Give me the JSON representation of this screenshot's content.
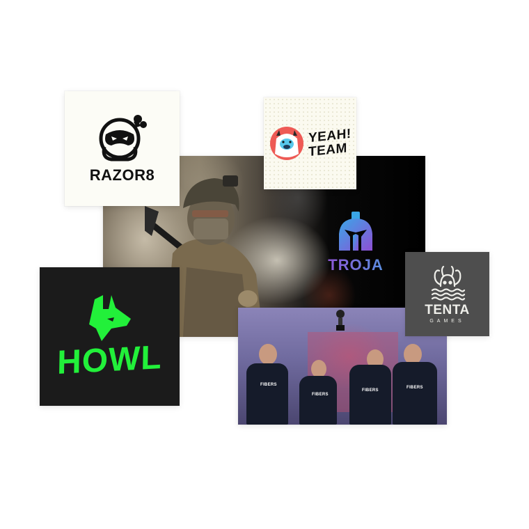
{
  "collage": {
    "cards": [
      {
        "id": "razor8",
        "type": "logo",
        "label": "RAZOR8",
        "background": "#fcfcf6",
        "text_color": "#111111",
        "icon": "ninja-icon"
      },
      {
        "id": "yeah-team",
        "type": "logo",
        "label_line1": "YEAH!",
        "label_line2": "TEAM",
        "background": "#fbfaf0",
        "text_color": "#111111",
        "icon": "yeti-icon",
        "accent": "#ef5350"
      },
      {
        "id": "soldier-photo",
        "type": "photo",
        "description": "soldier with axe in smoke",
        "overlay_logo": "TROJA",
        "overlay_icon": "spartan-helmet-icon"
      },
      {
        "id": "tenta-games",
        "type": "logo",
        "label": "TENTA",
        "sublabel": "GAMES",
        "background": "#4e4e4e",
        "text_color": "#efefea",
        "icon": "octopus-icon"
      },
      {
        "id": "howl",
        "type": "logo",
        "label": "HOWL",
        "background": "#1b1b1b",
        "text_color": "#22f03a",
        "icon": "wolf-icon"
      },
      {
        "id": "team-photo",
        "type": "photo",
        "description": "esports team celebrating with trophy",
        "shirt_text": "FIBERS"
      }
    ]
  },
  "razor": {
    "label": "RAZOR8"
  },
  "yeah": {
    "line1": "YEAH!",
    "line2": "TEAM"
  },
  "troja": {
    "label": "TROJA"
  },
  "tenta": {
    "title": "TENTA",
    "subtitle": "GAMES"
  },
  "howl": {
    "label": "HOWL"
  },
  "team": {
    "shirt": "FIBERS"
  }
}
